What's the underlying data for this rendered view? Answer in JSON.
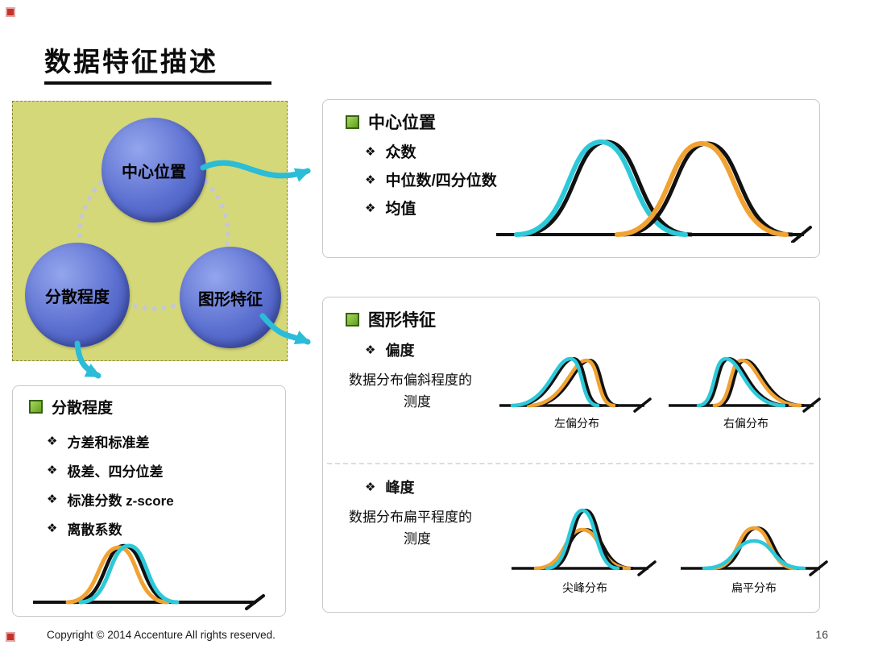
{
  "page": {
    "title": "数据特征描述",
    "footer": "Copyright © 2014  Accenture  All rights reserved.",
    "page_number": "16"
  },
  "glyphs": {
    "bullet": "❖"
  },
  "colors": {
    "cyan": "#2bbcd8",
    "orange": "#f0a232",
    "panel_yellow": "#d5d878",
    "circle_blue": "#5b6fd0",
    "green": "#78b13f"
  },
  "diagram": {
    "circles": [
      {
        "label": "中心位置"
      },
      {
        "label": "分散程度"
      },
      {
        "label": "图形特征"
      }
    ]
  },
  "center_box": {
    "title": "中心位置",
    "items": [
      "众数",
      "中位数/四分位数",
      "均值"
    ]
  },
  "dispersion_box": {
    "title": "分散程度",
    "items": [
      "方差和标准差",
      "极差、四分位差",
      "标准分数 z-score",
      "离散系数"
    ]
  },
  "shape_box": {
    "title": "图形特征",
    "skewness": {
      "label": "偏度",
      "desc_line1": "数据分布偏斜程度的",
      "desc_line2": "测度",
      "fig_left": "左偏分布",
      "fig_right": "右偏分布"
    },
    "kurtosis": {
      "label": "峰度",
      "desc_line1": "数据分布扁平程度的",
      "desc_line2": "测度",
      "fig_left": "尖峰分布",
      "fig_right": "扁平分布"
    }
  }
}
